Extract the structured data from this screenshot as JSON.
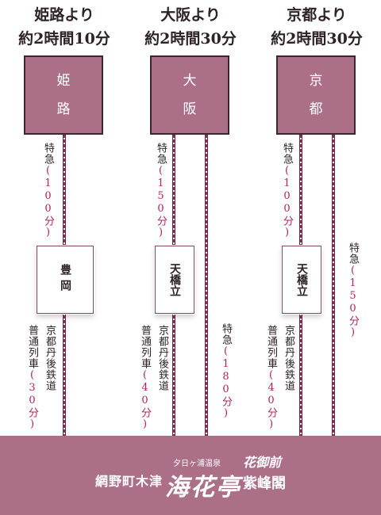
{
  "columns": [
    {
      "header_line1": "姫路より",
      "header_line2": "約2時間10分",
      "origin_char1": "姫",
      "origin_char2": "路"
    },
    {
      "header_line1": "大阪より",
      "header_line2": "約2時間30分",
      "origin_char1": "大",
      "origin_char2": "阪"
    },
    {
      "header_line1": "京都より",
      "header_line2": "約2時間30分",
      "origin_char1": "京",
      "origin_char2": "都"
    }
  ],
  "stations": {
    "toyooka": "豊岡",
    "amanohashidate_1": "天橋立",
    "amanohashidate_2": "天橋立"
  },
  "labels": {
    "himeji_express_name": "特急",
    "himeji_express_time": "(100分)",
    "osaka_express_name": "特急",
    "osaka_express_time": "(150分)",
    "kyoto_express_name": "特急",
    "kyoto_express_time": "(100分)",
    "osaka_direct_name": "特急",
    "osaka_direct_time": "(180分)",
    "kyoto_direct_name": "特急",
    "kyoto_direct_time": "(150分)",
    "himeji_local_line": "京都丹後鉄道",
    "himeji_local_train": "普通列車",
    "himeji_local_time": "(30分)",
    "osaka_local_line": "京都丹後鉄道",
    "osaka_local_train": "普通列車",
    "osaka_local_time": "(40分)",
    "kyoto_local_line": "京都丹後鉄道",
    "kyoto_local_train": "普通列車",
    "kyoto_local_time": "(40分)"
  },
  "destination": {
    "place": "網野町木津",
    "resort_sub": "夕日ヶ浦温泉",
    "resort_name": "海花亭",
    "annex1": "花御前",
    "annex2": "紫峰閣"
  },
  "colors": {
    "band": "#ac6f88",
    "rail": "#8a2f5a",
    "accent_text": "#b0225e"
  }
}
